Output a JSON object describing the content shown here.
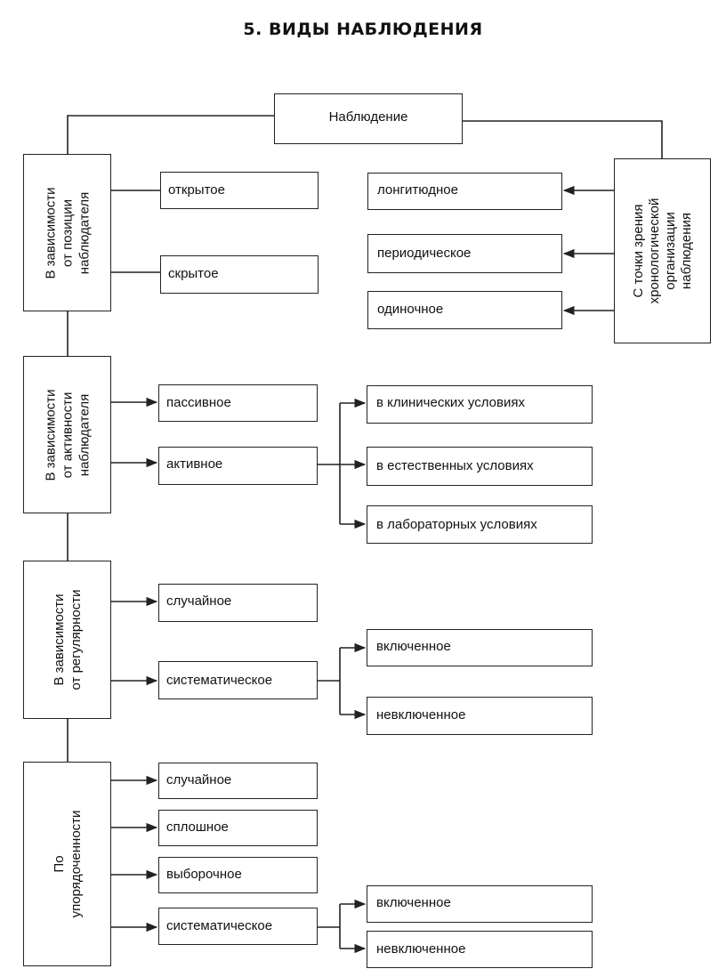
{
  "title": "5. ВИДЫ НАБЛЮДЕНИЯ",
  "root": "Наблюдение",
  "groups": {
    "position": {
      "label_lines": [
        "В зависимости",
        "от позиции",
        "наблюдателя"
      ],
      "items": [
        "открытое",
        "скрытое"
      ]
    },
    "activity": {
      "label_lines": [
        "В зависимости",
        "от активности",
        "наблюдателя"
      ],
      "items": [
        "пассивное",
        "активное"
      ],
      "sub_items": [
        "в клинических условиях",
        "в естественных условиях",
        "в лабораторных условиях"
      ]
    },
    "regularity": {
      "label_lines": [
        "В зависимости",
        "от регулярности"
      ],
      "items": [
        "случайное",
        "систематическое"
      ],
      "sub_items": [
        "включенное",
        "невключенное"
      ]
    },
    "order": {
      "label_lines": [
        "По",
        "упорядоченности"
      ],
      "items": [
        "случайное",
        "сплошное",
        "выборочное",
        "систематическое"
      ],
      "sub_items": [
        "включенное",
        "невключенное"
      ]
    },
    "chronology": {
      "label_lines": [
        "С точки зрения",
        "хронологической",
        "организации",
        "наблюдения"
      ],
      "items": [
        "лонгитюдное",
        "периодическое",
        "одиночное"
      ]
    }
  }
}
